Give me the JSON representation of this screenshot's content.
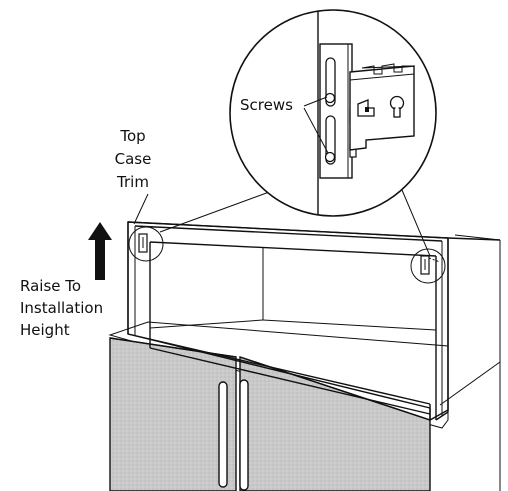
{
  "labels": {
    "screws": "Screws",
    "top_case_trim": [
      "Top",
      "Case",
      "Trim"
    ],
    "raise_to_installation_height": [
      "Raise To",
      "Installation",
      "Height"
    ]
  },
  "colors": {
    "line": "#111111",
    "door_fill": "#c9c9c9",
    "background": "#ffffff"
  },
  "icons": {
    "raise_arrow": "arrow-up-icon"
  }
}
